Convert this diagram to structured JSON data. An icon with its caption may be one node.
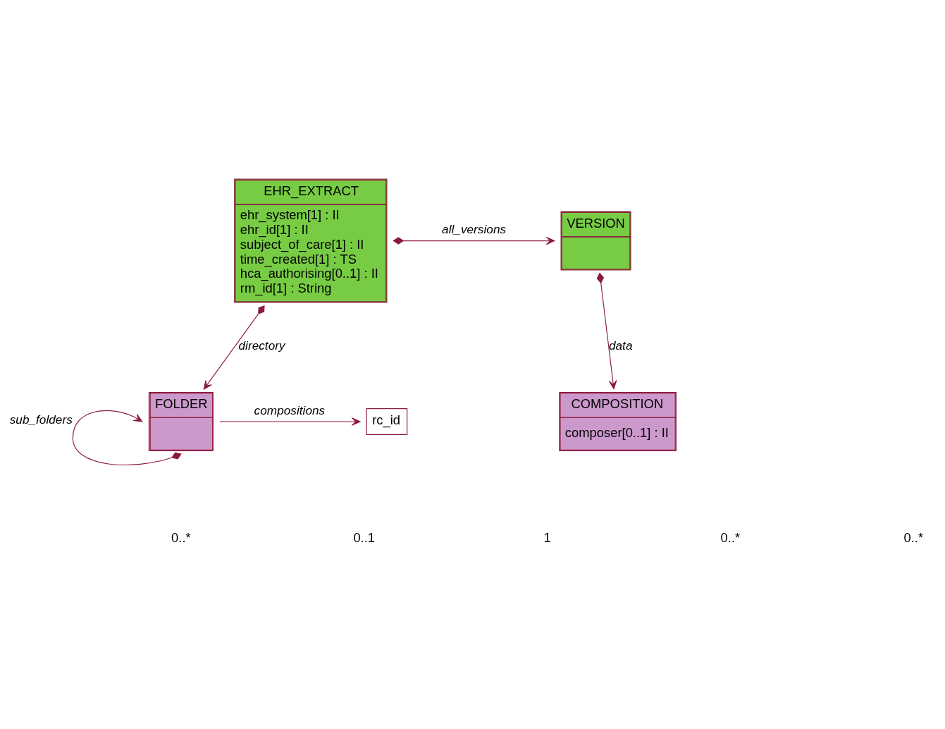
{
  "diagram": {
    "nodes": [
      {
        "text": [
          "EHR_EXTRACT",
          "ehr_system[1] : II",
          "ehr_id[1] : II",
          "subject_of_care[1] : II",
          "time_created[1] : TS",
          "hca_authorising[0..1] : II",
          "rm_id[1] : String"
        ]
      },
      {
        "text": [
          "VERSION"
        ]
      },
      {
        "text": [
          "FOLDER"
        ]
      },
      {
        "text": [
          "rc_id"
        ]
      },
      {
        "text": [
          "COMPOSITION",
          "composer[0..1] : II"
        ]
      }
    ],
    "edges": [
      {
        "from": 0,
        "to": 1,
        "arrow": "to",
        "label": "all_versions"
      },
      {
        "from": 1,
        "to": 4,
        "arrow": "to",
        "label": "data"
      },
      {
        "from": 0,
        "to": 2,
        "arrow": "to",
        "label": "directory"
      },
      {
        "from": 2,
        "to": 2,
        "arrow": "to",
        "label": "sub_folders"
      },
      {
        "from": 2,
        "to": 3,
        "arrow": "to",
        "label": "compositions"
      }
    ],
    "labels": [
      "0..*",
      "0..1",
      "1",
      "0..*",
      "0..*"
    ]
  }
}
